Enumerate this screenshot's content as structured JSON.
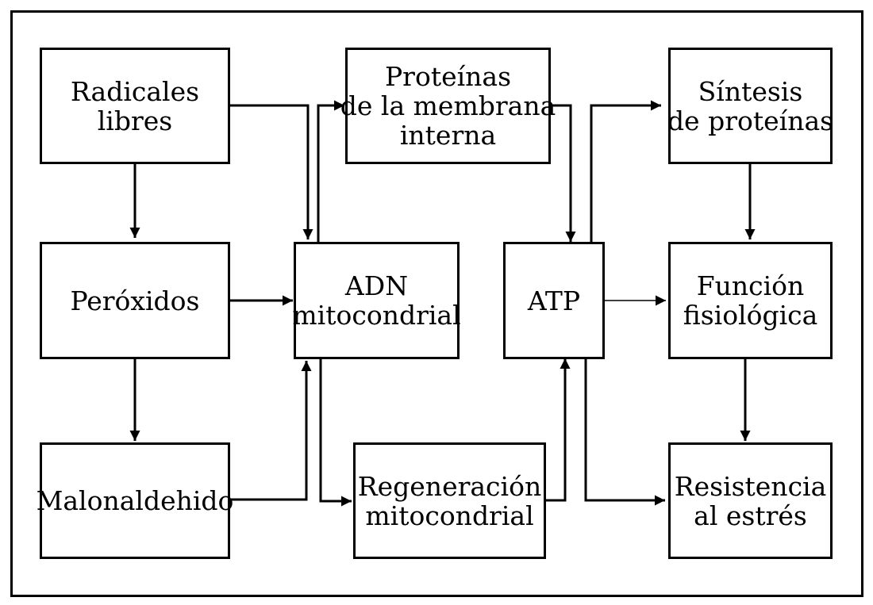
{
  "diagram": {
    "nodes": {
      "radicales": {
        "lines": [
          "Radicales",
          "libres"
        ]
      },
      "peroxidos": {
        "lines": [
          "Peróxidos"
        ]
      },
      "malonaldehido": {
        "lines": [
          "Malonaldehido"
        ]
      },
      "proteinas_membrana": {
        "lines": [
          "Proteínas",
          "de la membrana",
          "interna"
        ]
      },
      "adn": {
        "lines": [
          "ADN",
          "mitocondrial"
        ]
      },
      "regeneracion": {
        "lines": [
          "Regeneración",
          "mitocondrial"
        ]
      },
      "atp": {
        "lines": [
          "ATP"
        ]
      },
      "sintesis": {
        "lines": [
          "Síntesis",
          "de proteínas"
        ]
      },
      "funcion": {
        "lines": [
          "Función",
          "fisiológica"
        ]
      },
      "resistencia": {
        "lines": [
          "Resistencia",
          "al estrés"
        ]
      }
    },
    "edges": [
      {
        "from": "radicales",
        "to": "peroxidos"
      },
      {
        "from": "peroxidos",
        "to": "malonaldehido"
      },
      {
        "from": "radicales",
        "to": "adn"
      },
      {
        "from": "peroxidos",
        "to": "adn"
      },
      {
        "from": "malonaldehido",
        "to": "adn"
      },
      {
        "from": "adn",
        "to": "proteinas_membrana"
      },
      {
        "from": "adn",
        "to": "regeneracion"
      },
      {
        "from": "proteinas_membrana",
        "to": "atp"
      },
      {
        "from": "regeneracion",
        "to": "atp"
      },
      {
        "from": "atp",
        "to": "sintesis"
      },
      {
        "from": "atp",
        "to": "funcion"
      },
      {
        "from": "atp",
        "to": "resistencia"
      },
      {
        "from": "sintesis",
        "to": "funcion"
      },
      {
        "from": "funcion",
        "to": "resistencia"
      }
    ]
  }
}
